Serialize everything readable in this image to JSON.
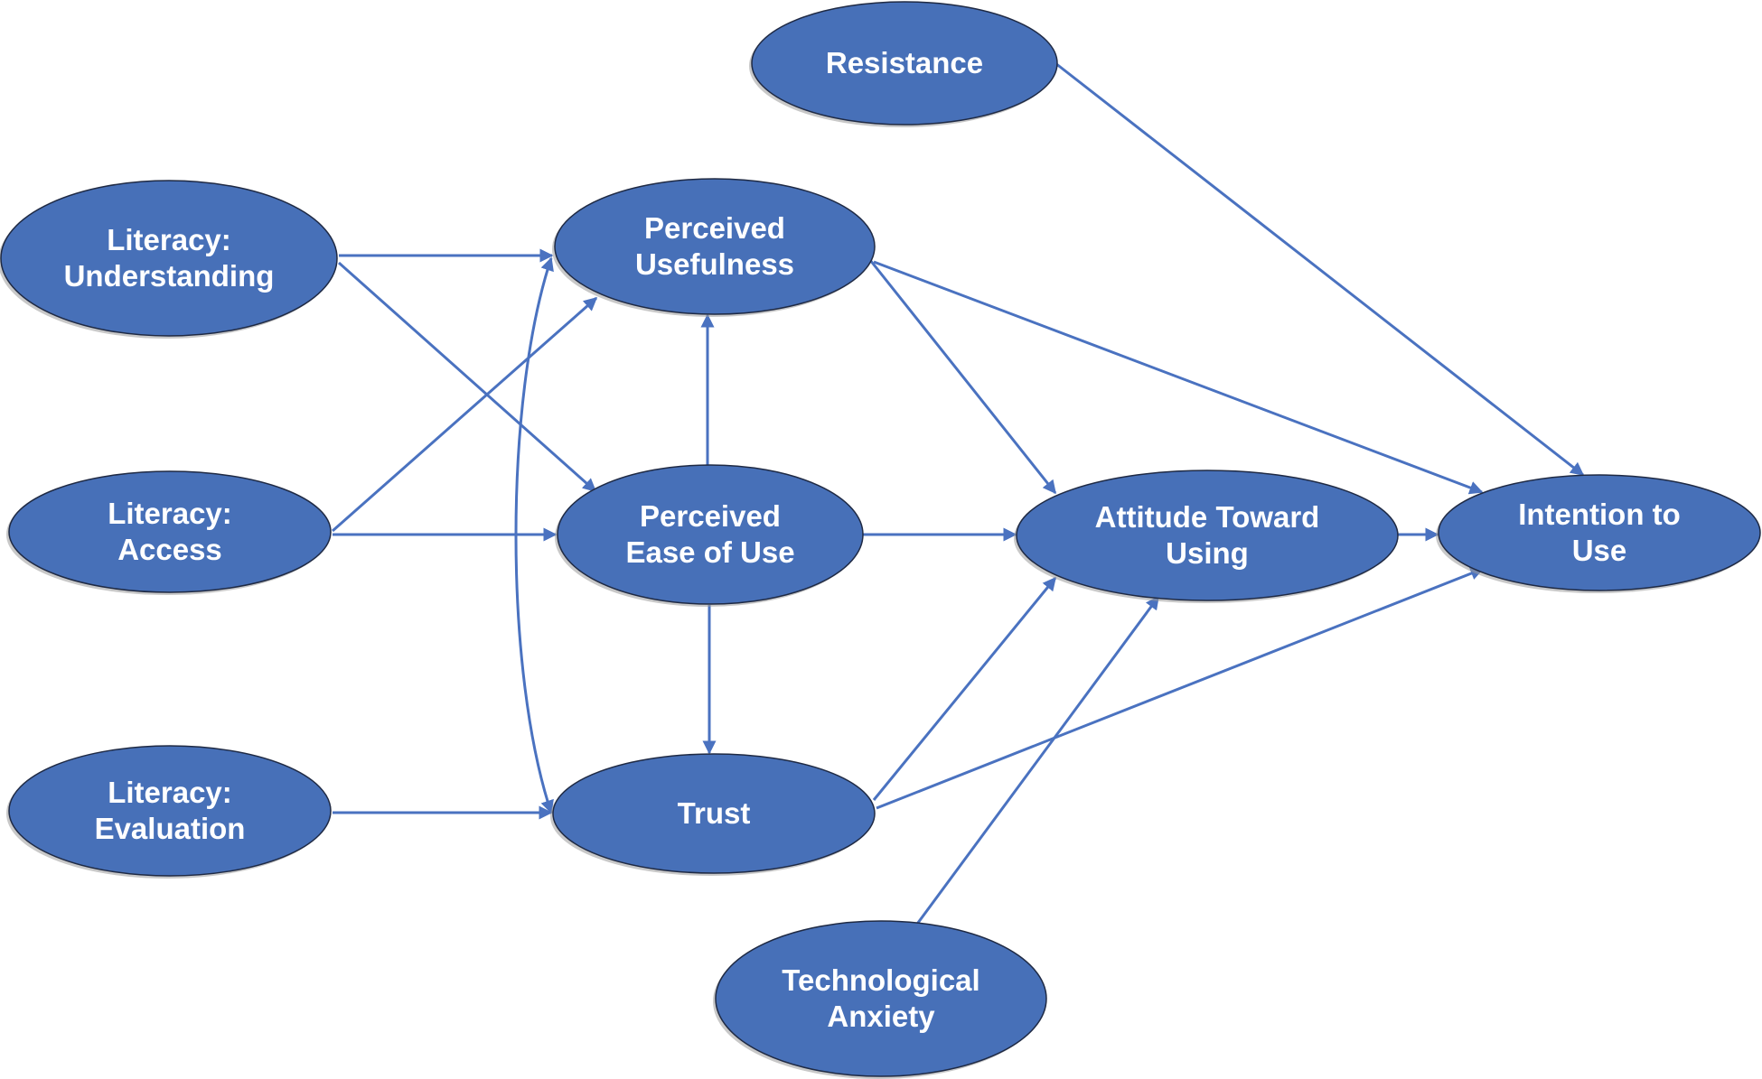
{
  "diagram": {
    "type": "path-model",
    "colors": {
      "node_fill": "#4770B8",
      "edge": "#4A72C0",
      "label": "#ffffff",
      "background": "#ffffff"
    },
    "nodes": [
      {
        "id": "resistance",
        "lines": [
          "Resistance"
        ]
      },
      {
        "id": "literacy-understanding",
        "lines": [
          "Literacy:",
          "Understanding"
        ]
      },
      {
        "id": "literacy-access",
        "lines": [
          "Literacy:",
          "Access"
        ]
      },
      {
        "id": "literacy-evaluation",
        "lines": [
          "Literacy:",
          "Evaluation"
        ]
      },
      {
        "id": "perceived-usefulness",
        "lines": [
          "Perceived",
          "Usefulness"
        ]
      },
      {
        "id": "perceived-ease-of-use",
        "lines": [
          "Perceived",
          "Ease of Use"
        ]
      },
      {
        "id": "trust",
        "lines": [
          "Trust"
        ]
      },
      {
        "id": "technological-anxiety",
        "lines": [
          "Technological",
          "Anxiety"
        ]
      },
      {
        "id": "attitude-toward-using",
        "lines": [
          "Attitude Toward",
          "Using"
        ]
      },
      {
        "id": "intention-to-use",
        "lines": [
          "Intention to",
          "Use"
        ]
      }
    ],
    "edges": [
      {
        "from": "literacy-understanding",
        "to": "perceived-usefulness"
      },
      {
        "from": "literacy-understanding",
        "to": "perceived-ease-of-use"
      },
      {
        "from": "literacy-access",
        "to": "perceived-usefulness"
      },
      {
        "from": "literacy-access",
        "to": "perceived-ease-of-use"
      },
      {
        "from": "literacy-evaluation",
        "to": "trust"
      },
      {
        "from": "perceived-ease-of-use",
        "to": "perceived-usefulness"
      },
      {
        "from": "perceived-ease-of-use",
        "to": "trust"
      },
      {
        "from": "trust",
        "to": "perceived-usefulness",
        "bidirectional": true,
        "curved": true
      },
      {
        "from": "perceived-usefulness",
        "to": "attitude-toward-using"
      },
      {
        "from": "perceived-usefulness",
        "to": "intention-to-use"
      },
      {
        "from": "perceived-ease-of-use",
        "to": "attitude-toward-using"
      },
      {
        "from": "trust",
        "to": "attitude-toward-using"
      },
      {
        "from": "trust",
        "to": "intention-to-use"
      },
      {
        "from": "technological-anxiety",
        "to": "attitude-toward-using"
      },
      {
        "from": "attitude-toward-using",
        "to": "intention-to-use"
      },
      {
        "from": "resistance",
        "to": "intention-to-use"
      }
    ]
  }
}
